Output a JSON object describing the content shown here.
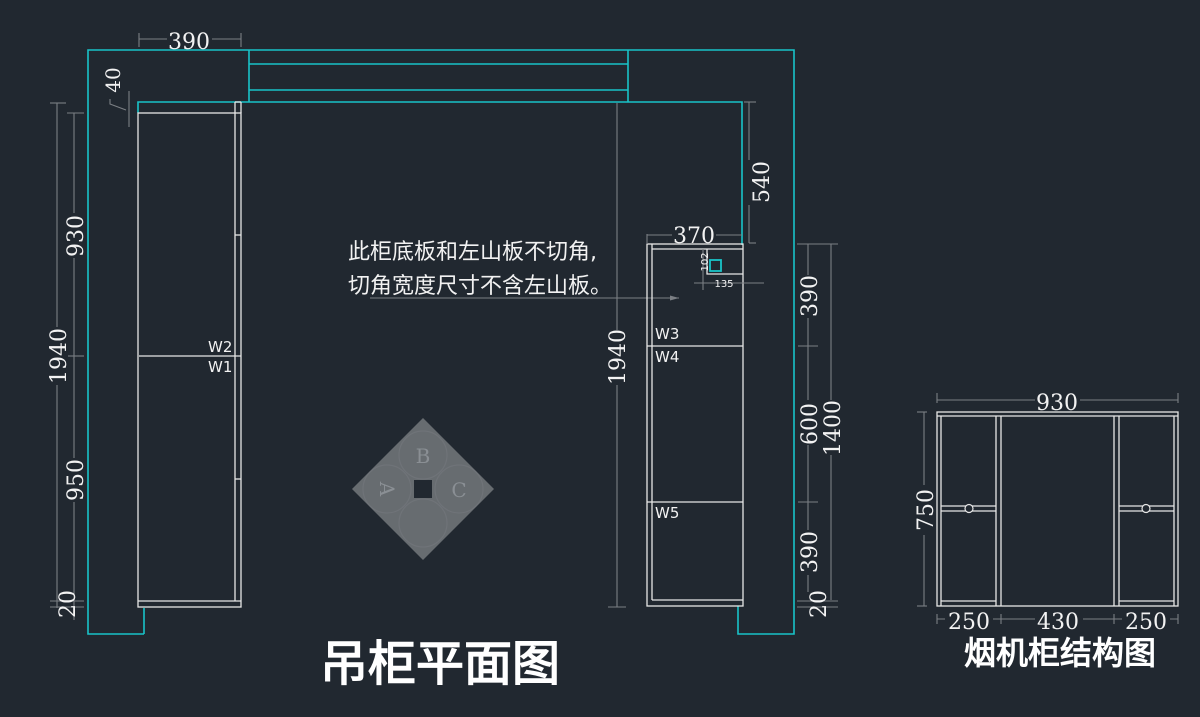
{
  "colors": {
    "background": "#212830",
    "outline_cyan": "#19c3c8",
    "cabinet_white": "#e6e6e6",
    "dimension_gray": "#7b7f84"
  },
  "plan": {
    "title": "吊柜平面图",
    "note_lines": [
      "此柜底板和左山板不切角,",
      "切角宽度尺寸不含左山板。"
    ],
    "left_cabinet": {
      "width_dim": "390",
      "top_gap_dim": "40",
      "overall_height_dim": "1940",
      "upper_section_dim": "930",
      "lower_section_dim": "950",
      "bottom_dim": "20",
      "shelf_labels": [
        "W2",
        "W1"
      ]
    },
    "right_cabinet": {
      "width_dim": "370",
      "offset_dim": "540",
      "overall_height_dim": "1940",
      "notch_height_dim": "102",
      "notch_width_dim": "135",
      "section_dims": [
        "390",
        "600",
        "390"
      ],
      "combined_dim": "1400",
      "bottom_dim": "20",
      "shelf_labels": [
        "W3",
        "W4",
        "W5"
      ]
    },
    "logo": {
      "letters": [
        "A",
        "B",
        "C"
      ]
    }
  },
  "structure": {
    "title": "烟机柜结构图",
    "overall_width_dim": "930",
    "height_dim": "750",
    "bottom_dims": [
      "250",
      "430",
      "250"
    ]
  }
}
